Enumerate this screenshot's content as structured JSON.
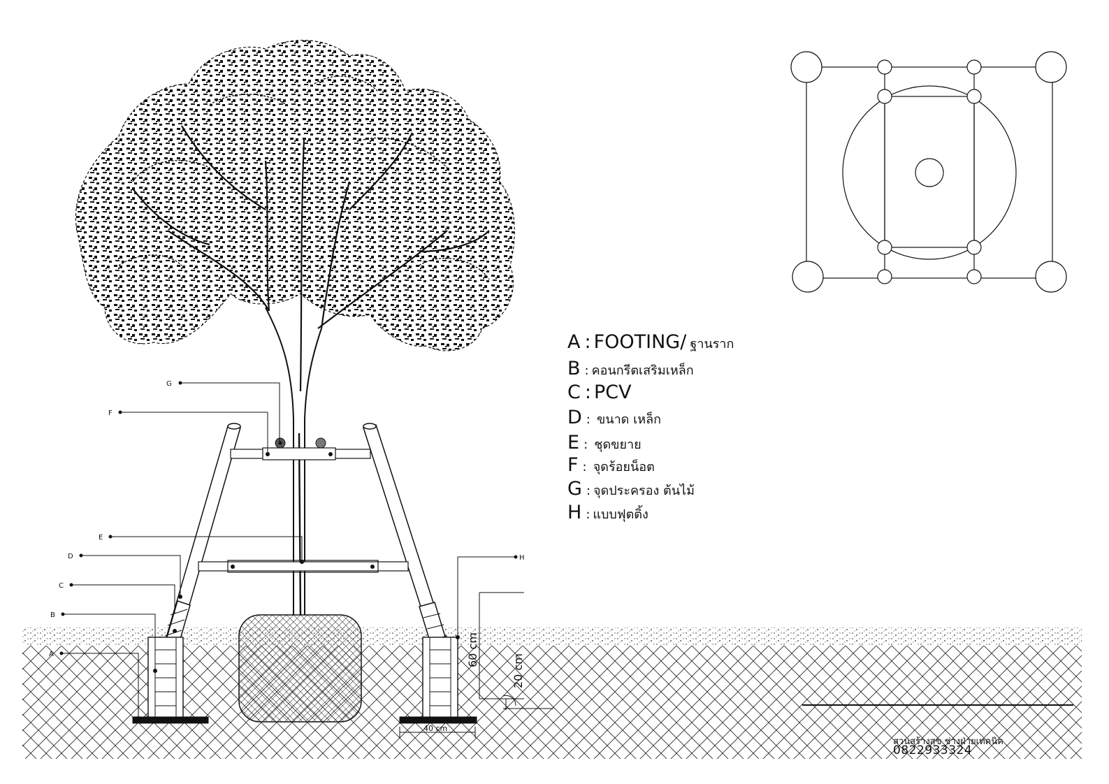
{
  "legend": [
    {
      "letter": "A",
      "sep": ":",
      "big": "FOOTING/",
      "small": "ฐานราก"
    },
    {
      "letter": "B",
      "sep": ":",
      "big": "",
      "small": "คอนกรีตเสริมเหล็ก"
    },
    {
      "letter": "C",
      "sep": ":",
      "big": "PCV",
      "small": ""
    },
    {
      "letter": "D",
      "sep": ":",
      "big": "",
      "small": "ขนาด เหล็ก"
    },
    {
      "letter": "E",
      "sep": ":",
      "big": "",
      "small": "ชุดขยาย"
    },
    {
      "letter": "F",
      "sep": ":",
      "big": "",
      "small": "จุดร้อยน็อต"
    },
    {
      "letter": "G",
      "sep": ":",
      "big": "",
      "small": "จุดประครอง ต้นไม้"
    },
    {
      "letter": "H",
      "sep": ":",
      "big": "",
      "small": "แบบฟุตติ้ง"
    }
  ],
  "callouts": {
    "A": "A",
    "B": "B",
    "C": "C",
    "D": "D",
    "E": "E",
    "F": "F",
    "G": "G",
    "H": "H"
  },
  "dimensions": {
    "width": "40 cm",
    "height_total": "60 cm",
    "height_embed": "20 cm"
  },
  "credit": {
    "line1": "สวนสร้างสุข ช่างฝ่ายเทคนิค",
    "line2": "0822933324"
  },
  "colors": {
    "ink": "#111111",
    "paper": "#ffffff"
  }
}
